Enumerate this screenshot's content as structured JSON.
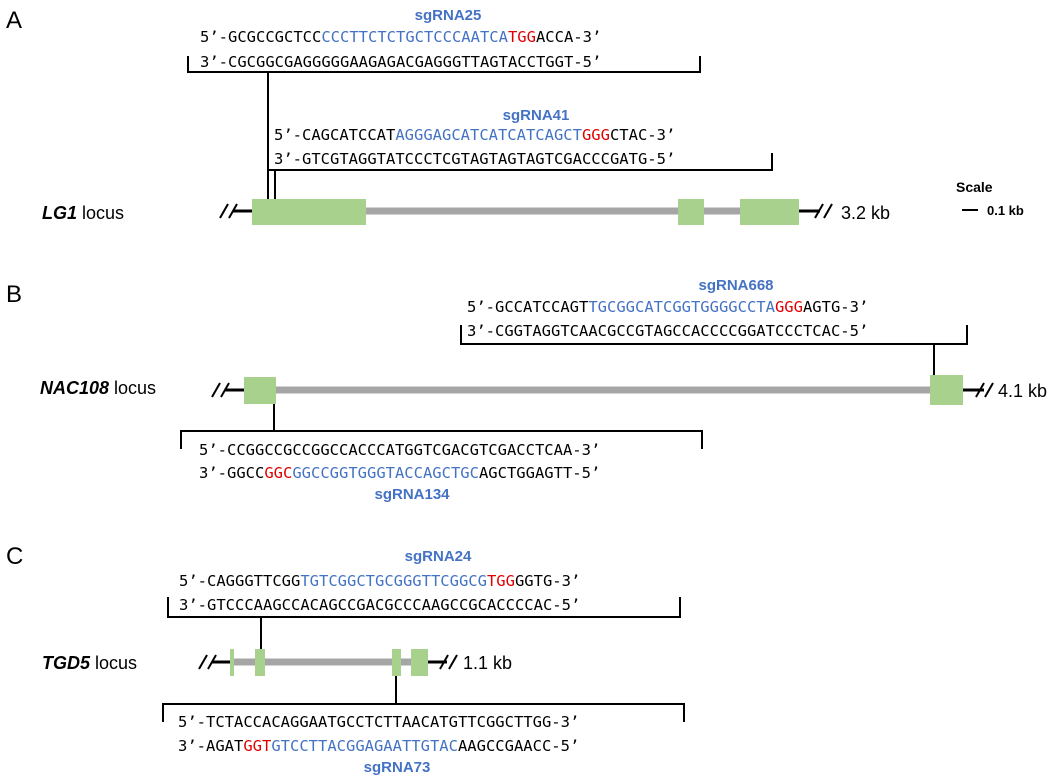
{
  "colors": {
    "sgrna_blue": "#4472C4",
    "pam_red": "#E00000",
    "exon_green": "#A9D18E",
    "intron_gray": "#A6A6A6",
    "text": "#000000"
  },
  "scale": {
    "title": "Scale",
    "bar_label": "0.1 kb"
  },
  "panels": [
    {
      "letter": "A",
      "locus": {
        "gene": "LG1",
        "suffix": " locus",
        "size": "3.2 kb"
      },
      "sites": [
        {
          "name": "sgRNA25",
          "top_5p": "5’-",
          "top_pre": "GCGCCGCTCC",
          "top_guide": "CCCTTCTCTGCTCCCAATCA",
          "top_pam": "TGG",
          "top_post": "ACCA",
          "top_3p": "-3’",
          "bottom_3p": "3’-",
          "bottom_seq": "CGCGGCGAGGGGGAAGAGACGAGGGTTAGTACCTGGT",
          "bottom_5p": "-5’"
        },
        {
          "name": "sgRNA41",
          "top_5p": "5’-",
          "top_pre": "CAGCATCCAT",
          "top_guide": "AGGGAGCATCATCATCAGCT",
          "top_pam": "GGG",
          "top_post": "CTAC",
          "top_3p": "-3’",
          "bottom_3p": "3’-",
          "bottom_seq": "GTCGTAGGTATCCCTCGTAGTAGTAGTCGACCCGATG",
          "bottom_5p": "-5’"
        }
      ]
    },
    {
      "letter": "B",
      "locus": {
        "gene": "NAC108",
        "suffix": " locus",
        "size": "4.1 kb"
      },
      "sites": [
        {
          "name": "sgRNA668",
          "top_5p": "5’-",
          "top_pre": "GCCATCCAGT",
          "top_guide": "TGCGGCATCGGTGGGGCCTA",
          "top_pam": "GGG",
          "top_post": "AGTG",
          "top_3p": "-3’",
          "bottom_3p": "3’-",
          "bottom_seq": "CGGTAGGTCAACGCCGTAGCCACCCCGGATCCCTCAC",
          "bottom_5p": "-5’"
        },
        {
          "name": "sgRNA134",
          "top_5p": "5’-",
          "top_seq": "CCGGCCGCCGGCCACCCATGGTCGACGTCGACCTCAA",
          "top_3p": "-3’",
          "bottom_3p": "3’-",
          "bottom_pre": "GGCC",
          "bottom_pam": "GGC",
          "bottom_guide": "GGCCGGTGGGTACCAGCTGC",
          "bottom_post": "AGCTGGAGTT",
          "bottom_5p": "-5’"
        }
      ]
    },
    {
      "letter": "C",
      "locus": {
        "gene": "TGD5",
        "suffix": " locus",
        "size": "1.1 kb"
      },
      "sites": [
        {
          "name": "sgRNA24",
          "top_5p": "5’-",
          "top_pre": "CAGGGTTCGG",
          "top_guide": "TGTCGGCTGCGGGTTCGGCG",
          "top_pam": "TGG",
          "top_post": "GGTG",
          "top_3p": "-3’",
          "bottom_3p": "3’-",
          "bottom_seq": "GTCCCAAGCCACAGCCGACGCCCAAGCCGCACCCCAC",
          "bottom_5p": "-5’"
        },
        {
          "name": "sgRNA73",
          "top_5p": "5’-",
          "top_seq": "TCTACCACAGGAATGCCTCTTAACATGTTCGGCTTGG",
          "top_3p": "-3’",
          "bottom_3p": "3’-",
          "bottom_pre": "AGAT",
          "bottom_pam": "GGT",
          "bottom_guide": "GTCCTTACGGAGAATTGTAC",
          "bottom_post": "AAGCCGAACC",
          "bottom_5p": "-5’"
        }
      ]
    }
  ]
}
